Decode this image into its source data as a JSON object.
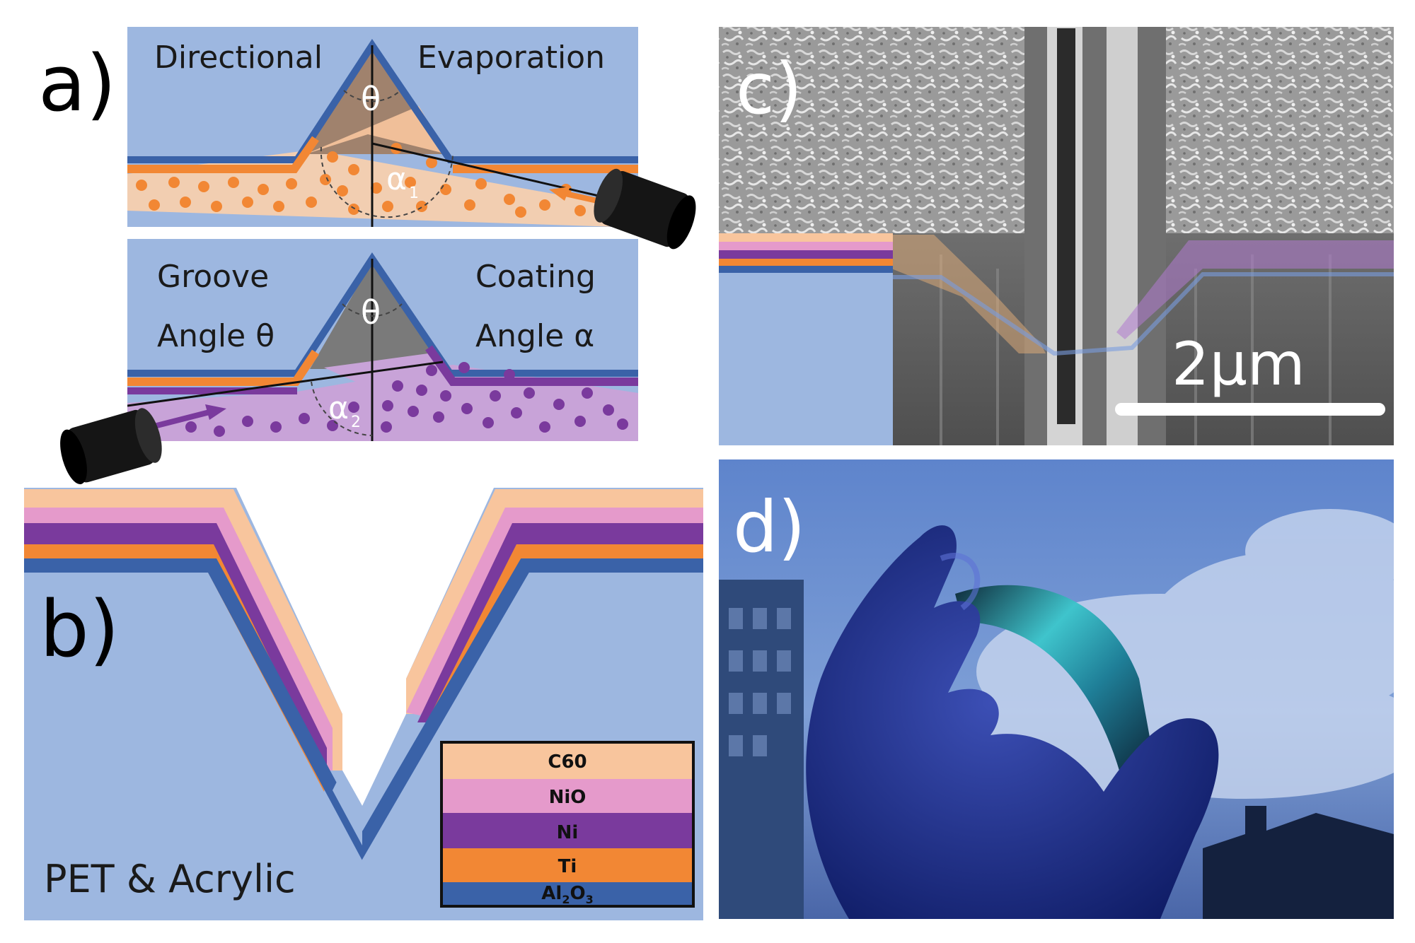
{
  "panels": {
    "a": {
      "label": "a)",
      "top_left_text": "Directional",
      "top_right_text": "Evaporation",
      "theta_symbol": "θ",
      "alpha1_symbol": "α",
      "alpha1_sub": "1",
      "groove_line1": "Groove",
      "groove_line2": "Angle θ",
      "coating_line1": "Coating",
      "coating_line2": "Angle α",
      "alpha2_symbol": "α",
      "alpha2_sub": "2"
    },
    "b": {
      "label": "b)",
      "substrate_text": "PET & Acrylic",
      "legend": [
        {
          "name": "C60",
          "color": "#f8c59d"
        },
        {
          "name": "NiO",
          "color": "#e59acb"
        },
        {
          "name": "Ni",
          "color": "#7a3a9d"
        },
        {
          "name": "Ti",
          "color": "#f28734"
        },
        {
          "name": "Al",
          "sub1": "2",
          "mid": "O",
          "sub2": "3",
          "color": "#3a62a8"
        }
      ]
    },
    "c": {
      "label": "c)",
      "scale_text": "2μm"
    },
    "d": {
      "label": "d)"
    }
  },
  "colors": {
    "substrate_blue": "#9db7e0",
    "al2o3_blue": "#3a62a8",
    "ti_orange": "#f28734",
    "ni_purple": "#7a3a9d",
    "nio_pink": "#e59acb",
    "c60_peach": "#f8c59d"
  }
}
